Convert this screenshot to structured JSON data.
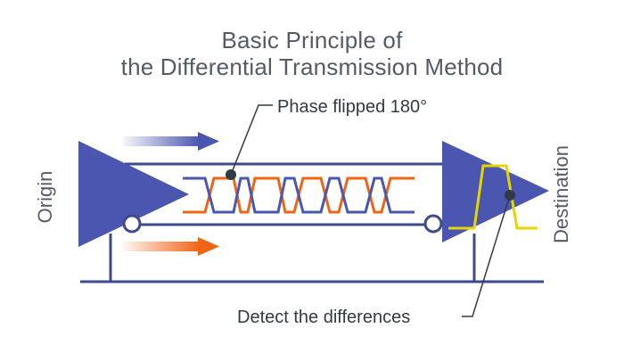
{
  "title": {
    "line1": "Basic Principle of",
    "line2": "the Differential Transmission Method"
  },
  "labels": {
    "phase": "Phase flipped 180°",
    "detect": "Detect the differences",
    "origin": "Origin",
    "destination": "Destination"
  },
  "colors": {
    "blue": "#4a56b0",
    "orange": "#f06414",
    "yellow": "#e8d400",
    "line": "#3d4a8c",
    "text": "#555b66"
  }
}
